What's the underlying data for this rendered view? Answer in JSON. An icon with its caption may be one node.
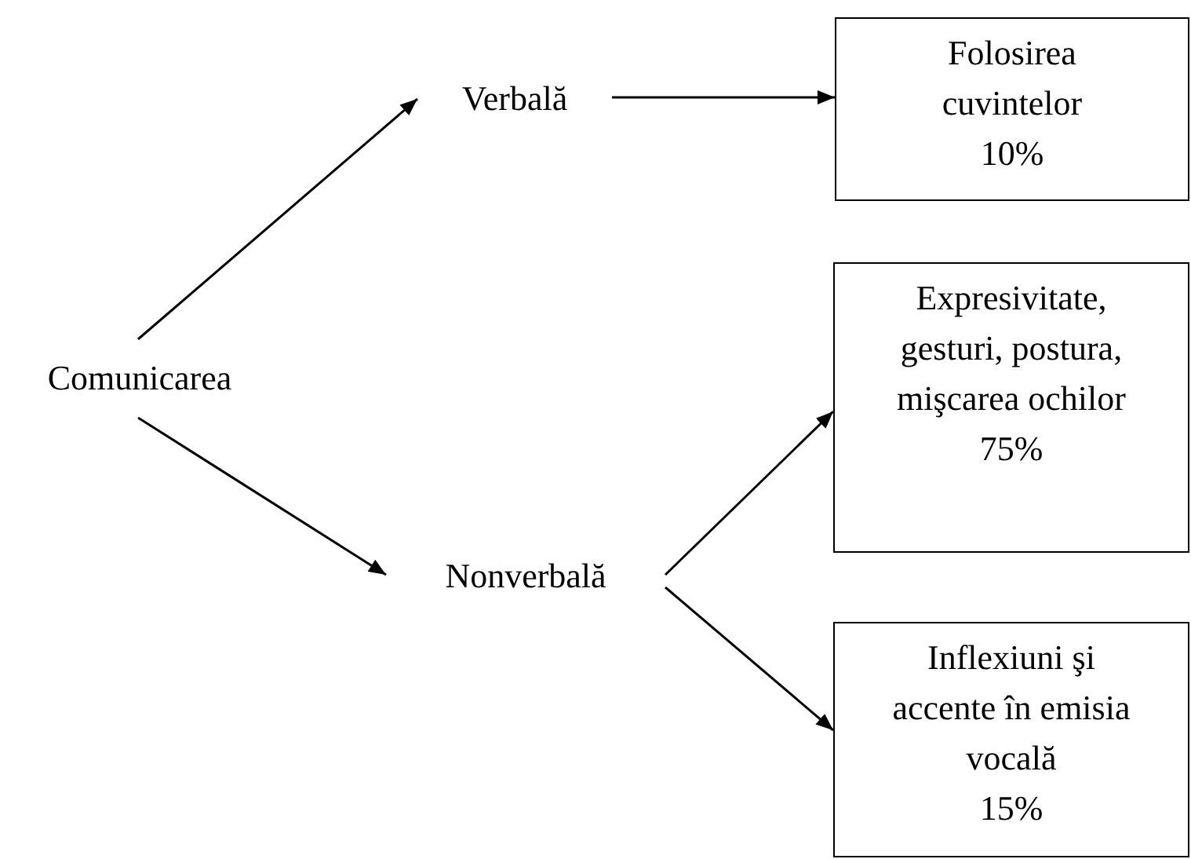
{
  "diagram": {
    "nodes": [
      {
        "text": [
          "Comunicarea"
        ]
      },
      {
        "text": [
          "Verbală"
        ]
      },
      {
        "text": [
          "Nonverbală"
        ]
      },
      {
        "text": [
          "Folosirea cuvintelor",
          "10%"
        ]
      },
      {
        "text": [
          "Expresivitate, gesturi, postura, mişcarea ochilor",
          "75%"
        ]
      },
      {
        "text": [
          "Inflexiuni şi accente în emisia vocală",
          "15%"
        ]
      }
    ],
    "edges": [
      {
        "from": 0,
        "to": 1,
        "arrow": "to"
      },
      {
        "from": 0,
        "to": 2,
        "arrow": "to"
      },
      {
        "from": 1,
        "to": 3,
        "arrow": "to"
      },
      {
        "from": 2,
        "to": 4,
        "arrow": "to"
      },
      {
        "from": 2,
        "to": 5,
        "arrow": "to"
      }
    ]
  }
}
